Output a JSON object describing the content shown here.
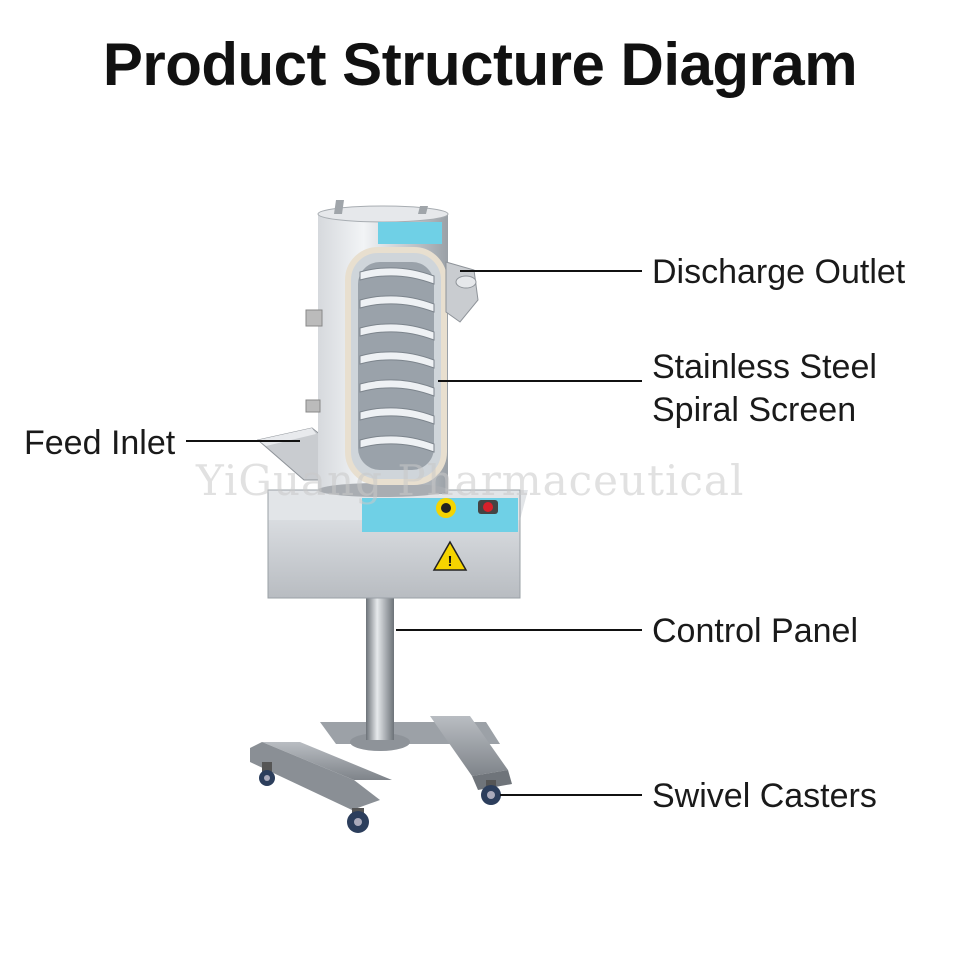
{
  "title": "Product Structure Diagram",
  "labels": {
    "discharge_outlet": "Discharge Outlet",
    "spiral_screen_line1": "Stainless Steel",
    "spiral_screen_line2": "Spiral Screen",
    "feed_inlet": "Feed Inlet",
    "control_panel": "Control Panel",
    "swivel_casters": "Swivel Casters"
  },
  "watermark": "YiGuang Pharmaceutical",
  "colors": {
    "steel": "#c9ccd0",
    "steel_dark": "#8e9399",
    "accent_blue": "#6fd0e6",
    "warning_yellow": "#f5d400",
    "button_red": "#d9202a",
    "leader_line": "#111111"
  },
  "icons": {
    "warning": "warning-triangle-icon"
  }
}
